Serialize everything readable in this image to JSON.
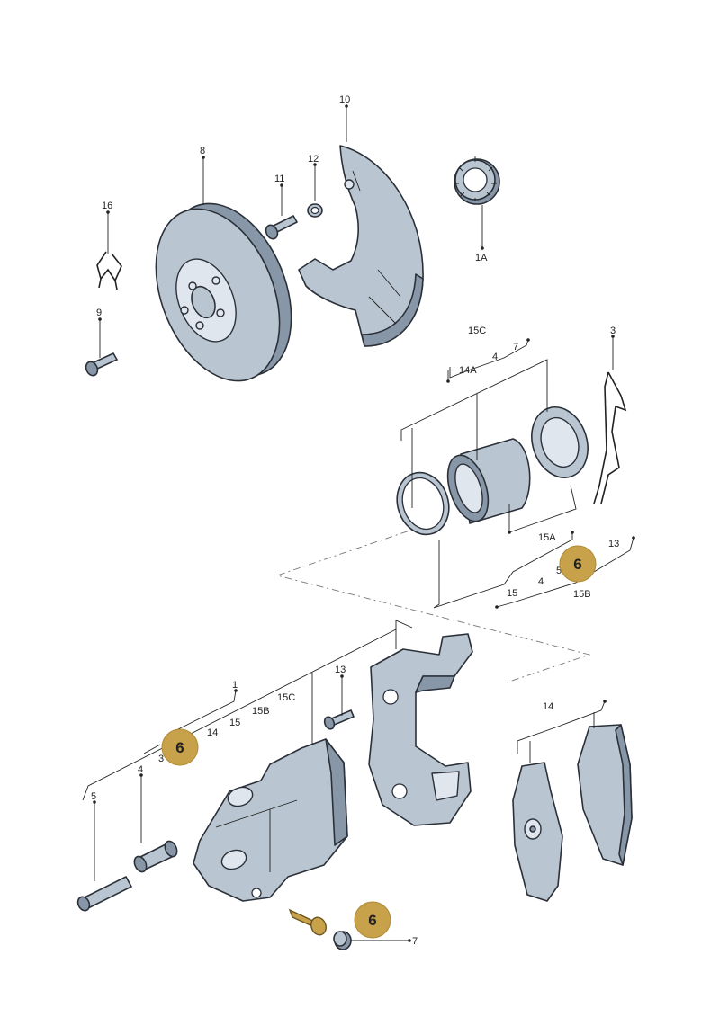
{
  "callouts": {
    "c10": "10",
    "c12": "12",
    "c11": "11",
    "c8": "8",
    "c16": "16",
    "c9": "9",
    "c1A": "1A",
    "c15C_top": "15C",
    "c7_top": "7",
    "c4_top": "4",
    "c14A": "14A",
    "c3": "3",
    "c15A": "15A",
    "c13_mid": "13",
    "c5_mid": "5",
    "c4_mid": "4",
    "c15_mid": "15",
    "c15B_mid": "15B",
    "c1": "1",
    "c15C_low": "15C",
    "c15B_low": "15B",
    "c15_low": "15",
    "c14_low": "14",
    "c3_low": "3",
    "c13_low": "13",
    "c4_low": "4",
    "c5_low": "5",
    "c14_pads": "14",
    "c7_low": "7"
  },
  "badges": {
    "b1": "6",
    "b2": "6",
    "b3": "6"
  },
  "colors": {
    "part": "#b9c6d2",
    "badge": "#c8a24a"
  }
}
